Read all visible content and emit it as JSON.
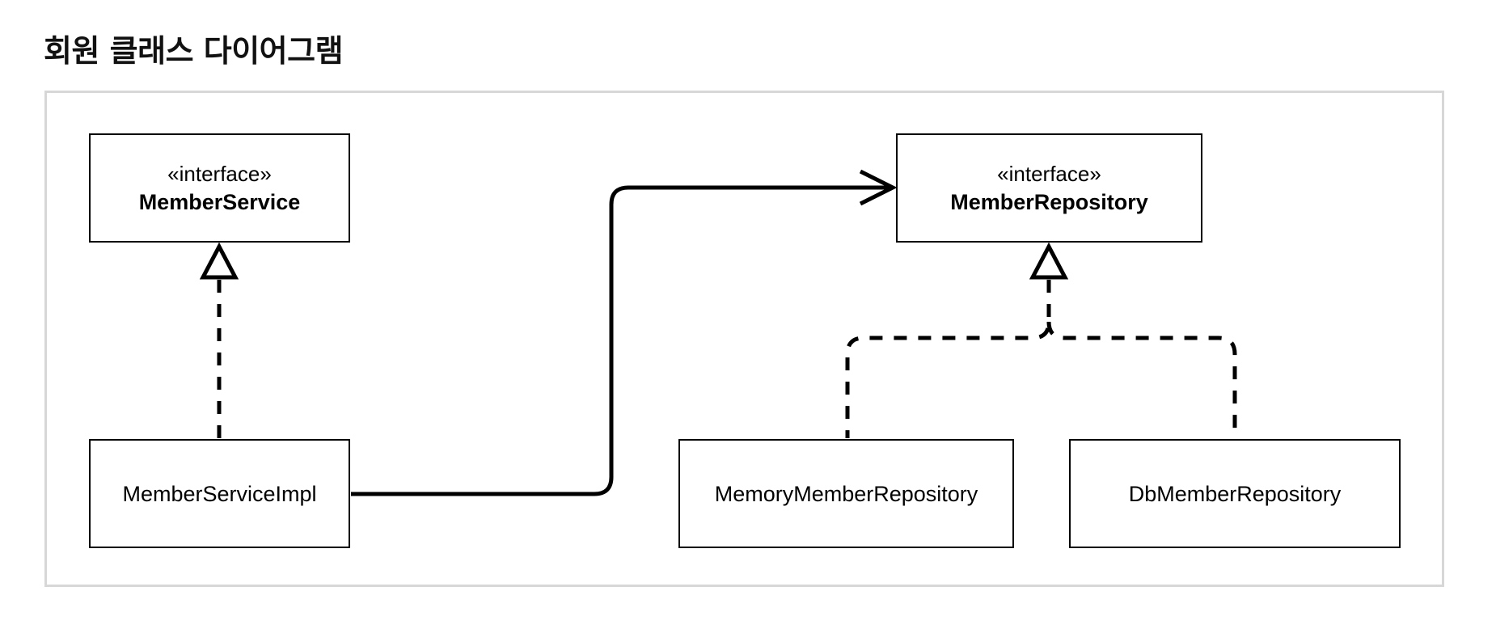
{
  "page": {
    "title": "회원 클래스 다이어그램"
  },
  "colors": {
    "line": "#000000",
    "frame_border": "#d7d7d7",
    "background": "#ffffff"
  },
  "classes": {
    "member_service": {
      "stereotype": "«interface»",
      "name": "MemberService"
    },
    "member_repository": {
      "stereotype": "«interface»",
      "name": "MemberRepository"
    },
    "member_service_impl": {
      "name": "MemberServiceImpl"
    },
    "memory_member_repository": {
      "name": "MemoryMemberRepository"
    },
    "db_member_repository": {
      "name": "DbMemberRepository"
    }
  },
  "relationships": [
    {
      "type": "realization",
      "from": "MemberServiceImpl",
      "to": "MemberService"
    },
    {
      "type": "association",
      "from": "MemberServiceImpl",
      "to": "MemberRepository"
    },
    {
      "type": "realization",
      "from": "MemoryMemberRepository",
      "to": "MemberRepository"
    },
    {
      "type": "realization",
      "from": "DbMemberRepository",
      "to": "MemberRepository"
    }
  ]
}
